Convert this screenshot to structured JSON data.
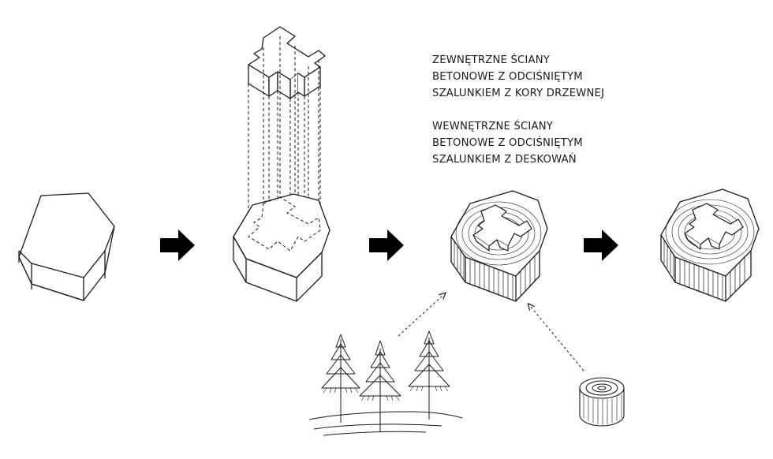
{
  "captions": {
    "outer_walls": [
      "ZEWNĘTRZNE ŚCIANY",
      "BETONOWE Z ODCIŚNIĘTYM",
      "SZALUNKIEM Z KORY DRZEWNEJ"
    ],
    "inner_walls": [
      "WEWNĘTRZNE ŚCIANY",
      "BETONOWE Z ODCIŚNIĘTYM",
      "SZALUNKIEM Z DESKOWAŃ"
    ]
  },
  "steps": [
    {
      "id": "step-1",
      "depicts": "plain-block"
    },
    {
      "id": "step-2",
      "depicts": "cross-volume-subtracted-from-block"
    },
    {
      "id": "step-3",
      "depicts": "block-with-bark-and-wood-grain-texture"
    },
    {
      "id": "step-4",
      "depicts": "finished-textured-block"
    }
  ],
  "icons": {
    "arrow": "right-arrow-icon",
    "forest": "forest-icon",
    "log": "log-icon",
    "cross": "cross-volume-icon"
  },
  "colors": {
    "ink": "#1a1a1a",
    "paper": "#ffffff"
  }
}
